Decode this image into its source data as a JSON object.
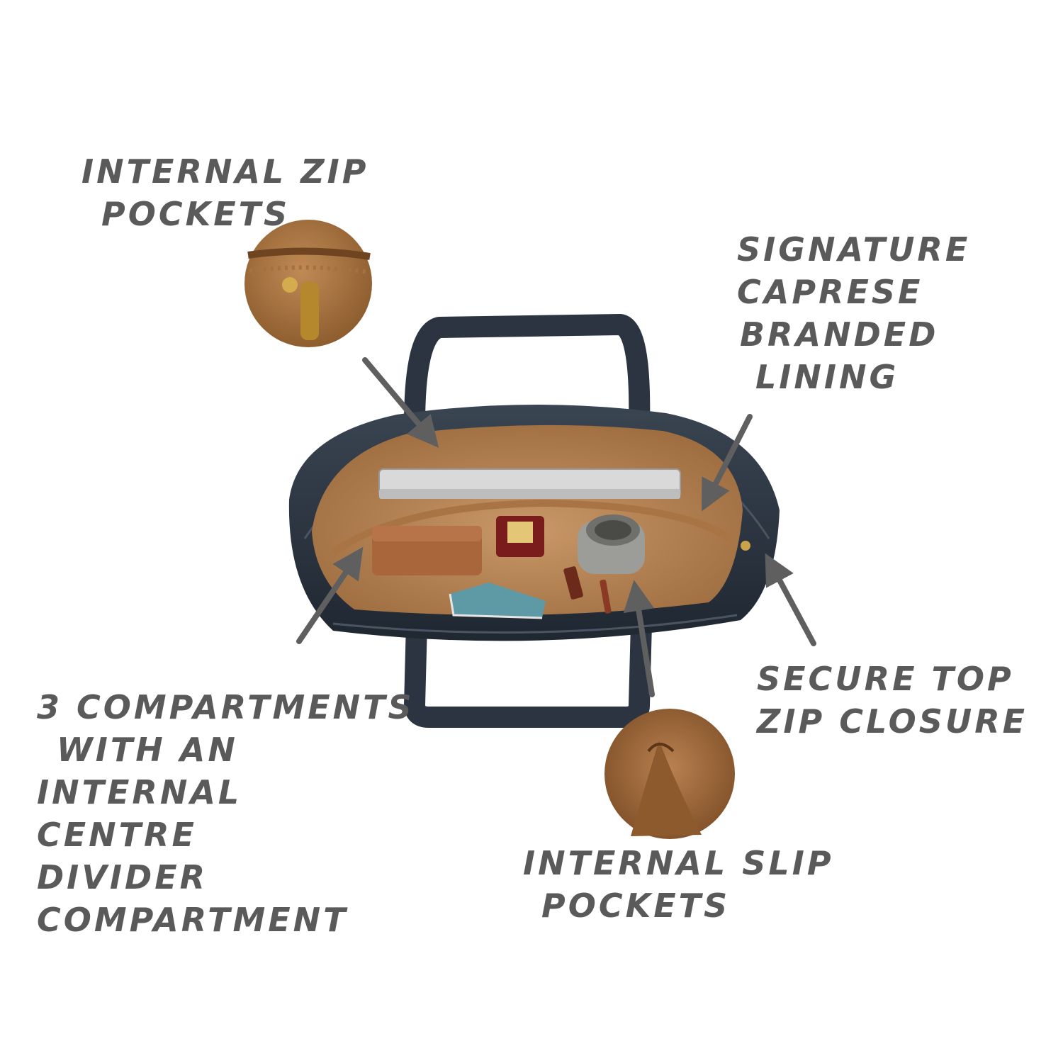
{
  "callouts": {
    "zip_pockets": {
      "lines": [
        "INTERNAL ZIP",
        "POCKETS"
      ],
      "icon": "zip-pocket-detail-photo"
    },
    "branded_lining": {
      "lines": [
        "SIGNATURE",
        "CAPRESE",
        "BRANDED",
        "LINING"
      ]
    },
    "compartments": {
      "lines": [
        "3 COMPARTMENTS",
        "WITH AN",
        "INTERNAL",
        "CENTRE",
        "DIVIDER",
        "COMPARTMENT"
      ]
    },
    "zip_closure": {
      "lines": [
        "SECURE TOP",
        "ZIP CLOSURE"
      ]
    },
    "slip_pockets": {
      "lines": [
        "INTERNAL SLIP",
        "POCKETS"
      ],
      "icon": "slip-pocket-detail-photo"
    }
  },
  "colors": {
    "label_text": "#5a5a5a",
    "arrow": "#5f5f5f",
    "bag_shell": "#2b3440",
    "lining": "#c49260",
    "lining_dark": "#9a6a3c",
    "background": "#ffffff"
  }
}
